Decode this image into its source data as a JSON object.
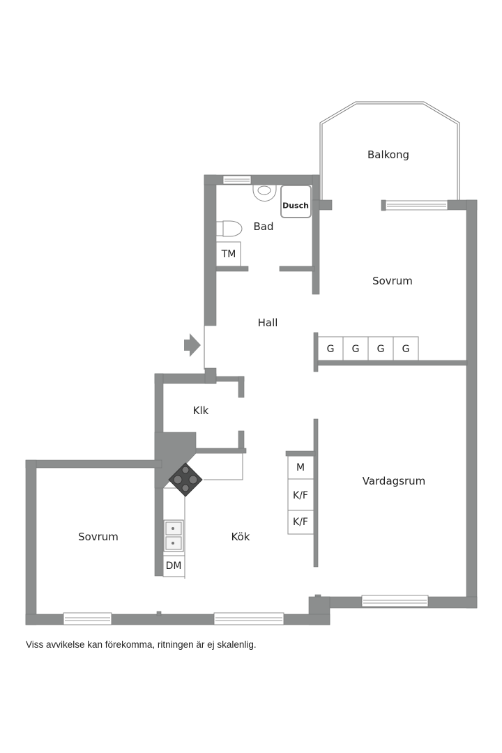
{
  "floorplan": {
    "rooms": {
      "balkong": "Balkong",
      "bad": "Bad",
      "sovrum_top": "Sovrum",
      "hall": "Hall",
      "klk": "Klk",
      "vardagsrum": "Vardagsrum",
      "sovrum_left": "Sovrum",
      "kok": "Kök"
    },
    "fixtures": {
      "dusch": "Dusch",
      "tm": "TM",
      "wardrobes": [
        "G",
        "G",
        "G",
        "G"
      ],
      "m": "M",
      "kf1": "K/F",
      "kf2": "K/F",
      "dm": "DM"
    },
    "entrance_icon": "arrow-right-icon",
    "colors": {
      "wall": "#8c8e8e",
      "wall_edge": "#6e7070",
      "stove": "#4a4b4b",
      "background": "#ffffff"
    }
  },
  "note": "Viss avvikelse kan förekomma, ritningen är ej skalenlig."
}
